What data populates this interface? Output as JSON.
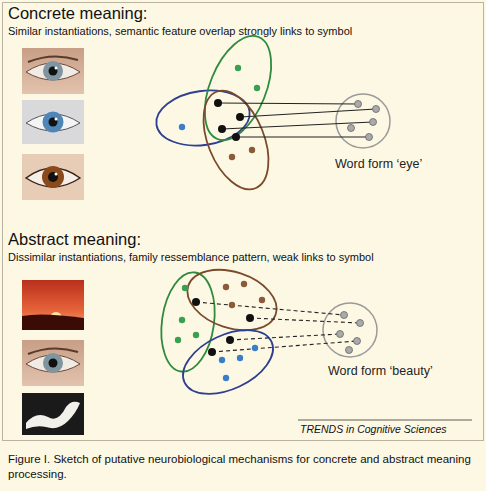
{
  "diagram": {
    "caption": "Figure I. Sketch of putative neurobiological mechanisms for concrete and abstract meaning processing.",
    "nodes": [
      {
        "text": [
          "Word form ‘eye’"
        ]
      },
      {
        "text": [
          "Word form ‘beauty’"
        ]
      }
    ],
    "labels": [
      "Concrete meaning:",
      "Similar instantiations, semantic feature overlap strongly links to symbol",
      "Abstract meaning:",
      "Dissimilar instantiations, family ressemblance pattern, weak links to symbol",
      "TRENDS in Cognitive Sciences"
    ]
  }
}
